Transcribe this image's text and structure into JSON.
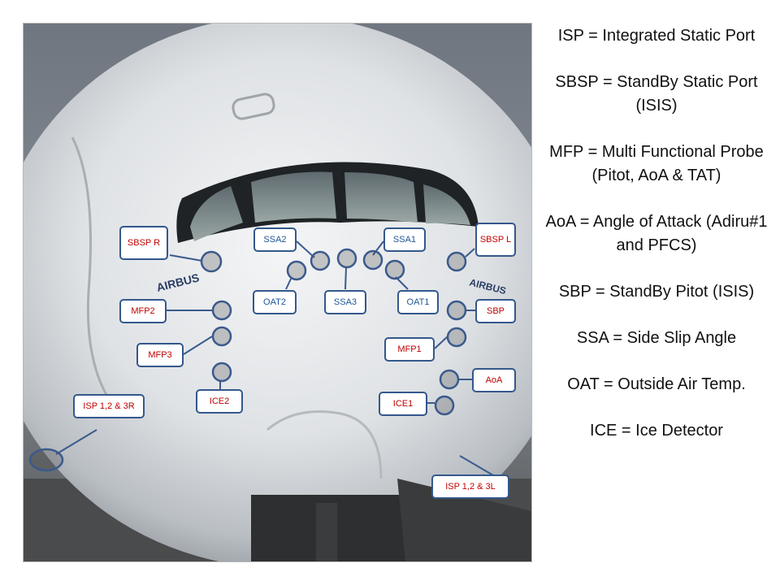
{
  "colors": {
    "callout_border": "#34588c",
    "callout_text_red": "#c00000",
    "callout_text_blue": "#1f5597",
    "marker_ring": "#3a5a8c"
  },
  "callouts": {
    "sbsp_r": "SBSP R",
    "ssa2": "SSA2",
    "ssa1": "SSA1",
    "sbsp_l": "SBSP L",
    "oat2": "OAT2",
    "ssa3": "SSA3",
    "oat1": "OAT1",
    "mfp2": "MFP2",
    "sbp": "SBP",
    "mfp3": "MFP3",
    "mfp1": "MFP1",
    "aoa": "AoA",
    "ice2": "ICE2",
    "ice1": "ICE1",
    "isp_r": "ISP 1,2 & 3R",
    "isp_l": "ISP 1,2 & 3L"
  },
  "fuselage_text": "AIRBUS",
  "legend": [
    "ISP = Integrated Static Port",
    "SBSP = StandBy Static Port (ISIS)",
    "MFP = Multi Functional Probe  (Pitot, AoA & TAT)",
    "AoA = Angle of Attack (Adiru#1 and PFCS)",
    "SBP = StandBy Pitot (ISIS)",
    "SSA = Side Slip Angle",
    "OAT = Outside Air Temp.",
    "ICE = Ice Detector"
  ]
}
